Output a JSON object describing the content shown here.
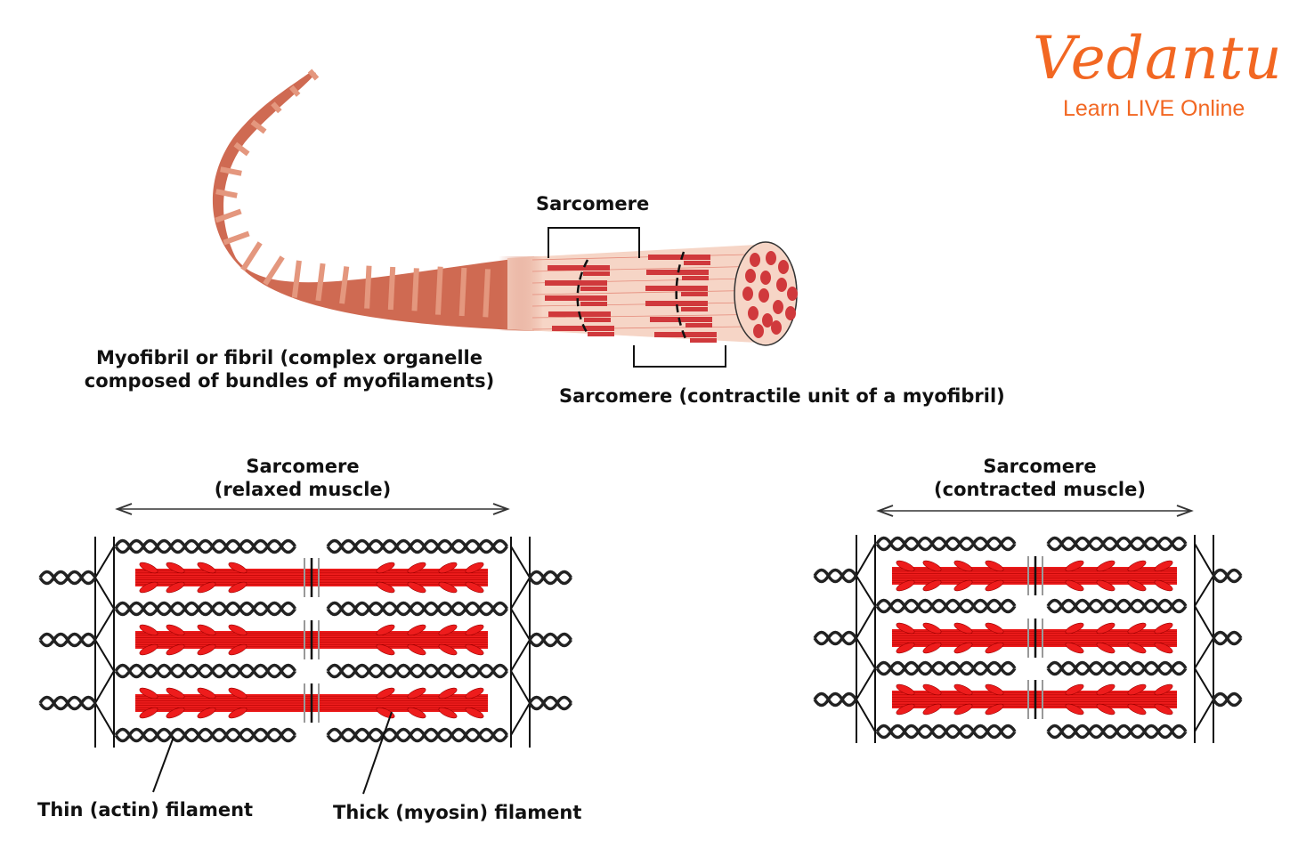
{
  "logo": {
    "brand": "Vedantu",
    "tagline": "Learn LIVE Online",
    "color": "#F26722"
  },
  "colors": {
    "fibril_dark": "#CF6A52",
    "fibril_light": "#E4977E",
    "fibril_pale": "#F6D5C6",
    "myofilament": "#D0393C",
    "thick_filament": "#EE1C1C",
    "thin_filament": "#222222"
  },
  "top_diagram": {
    "sarcomere_label": "Sarcomere",
    "myofibril_label_line1": "Myofibril or fibril (complex organelle",
    "myofibril_label_line2": "composed of bundles of myofilaments)",
    "sarcomere_unit_label": "Sarcomere (contractile unit of a myofibril)"
  },
  "relaxed": {
    "title_line1": "Sarcomere",
    "title_line2": "(relaxed muscle)"
  },
  "contracted": {
    "title_line1": "Sarcomere",
    "title_line2": "(contracted muscle)"
  },
  "callouts": {
    "thin": "Thin (actin) filament",
    "thick": "Thick (myosin) filament"
  }
}
